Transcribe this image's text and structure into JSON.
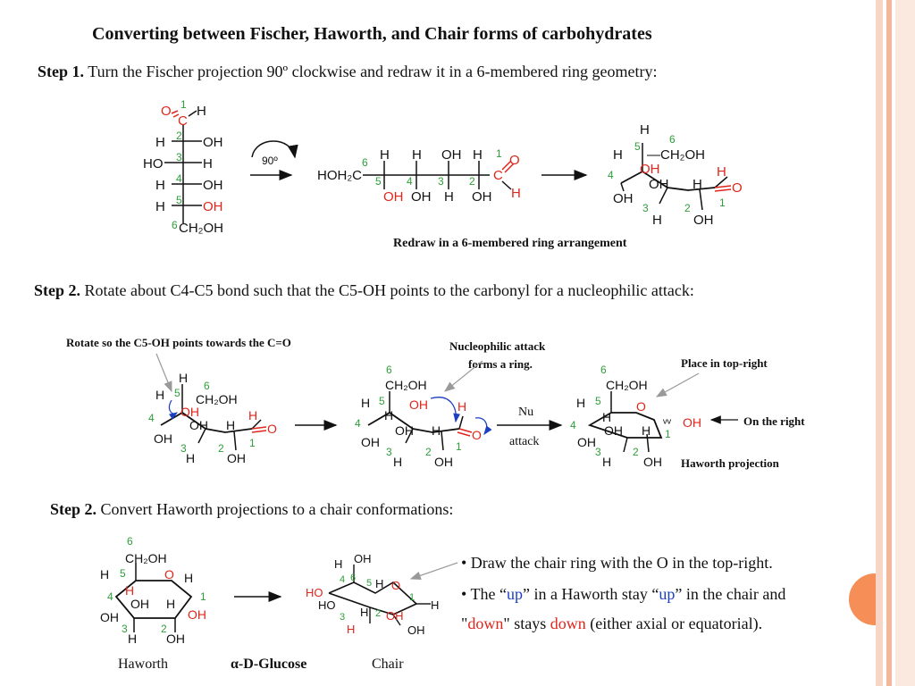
{
  "title": "Converting between Fischer, Haworth, and Chair forms of carbohydrates",
  "step1": {
    "label": "Step 1.",
    "text": "Turn the Fischer projection 90º clockwise and redraw it in a 6-membered ring geometry:"
  },
  "step1_rotate": "90º",
  "step1_caption": "Redraw in a 6-membered ring arrangement",
  "step2a": {
    "label": "Step 2.",
    "text": "Rotate about C4-C5 bond such that the C5-OH points to the carbonyl for a nucleophilic attack:"
  },
  "step2a_notes": {
    "rotate": "Rotate so the C5-OH points towards the C=O",
    "nuc1": "Nucleophilic attack",
    "nuc2": "forms a ring.",
    "place": "Place in top-right",
    "right": "On the right",
    "nu": "Nu",
    "attack": "attack",
    "haworth_proj": "Haworth projection"
  },
  "step2b": {
    "label": "Step 2.",
    "text": "Convert Haworth projections to a chair conformations:"
  },
  "bullets": {
    "b1": "• Draw the chair ring with the O in the top-right.",
    "b2_pre": "• The “",
    "b2_up1": "up",
    "b2_mid": "” in a Haworth stay “",
    "b2_up2": "up",
    "b2_post": "” in the chair and",
    "b3_pre": "\"",
    "b3_down1": "down",
    "b3_mid": "\" stays ",
    "b3_down2": "down",
    "b3_post": " (either axial or equatorial)."
  },
  "bottom_labels": {
    "haworth": "Haworth",
    "glucose": "α-D-Glucose",
    "chair": "Chair"
  },
  "colors": {
    "green": "#2e9e3a",
    "red": "#e0261c",
    "blue": "#1c3fc1",
    "accent": "#f58e57"
  }
}
